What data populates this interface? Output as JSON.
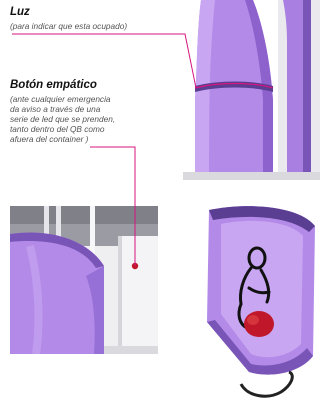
{
  "annotations": {
    "luz": {
      "title": "Luz",
      "note": "(para indicar que esta ocupado)"
    },
    "boton": {
      "title": "Botón empático",
      "note_lines": [
        "(ante cualquier emergencia",
        "da aviso a través de una",
        " serie de led que se prenden,",
        "tanto dentro del QB como",
        "afuera del container )"
      ]
    }
  },
  "colors": {
    "leader_line": "#d5157f",
    "capsule_purple": "#b48ae8",
    "capsule_dark": "#7a55b8",
    "led_red": "#c0182a"
  }
}
